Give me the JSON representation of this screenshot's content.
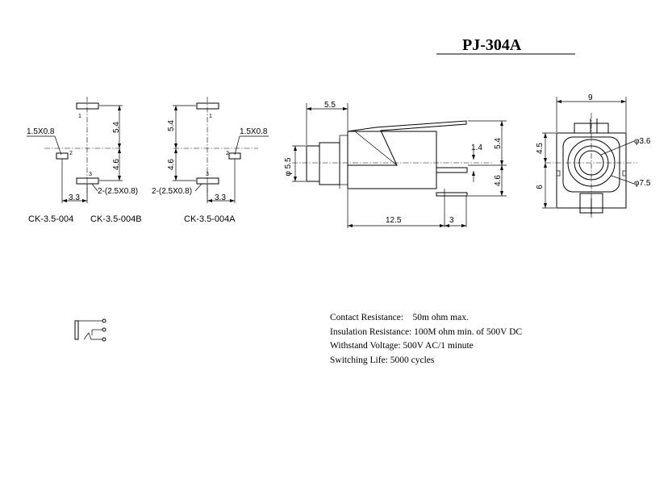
{
  "title": "PJ-304A",
  "footprints": {
    "left": {
      "dim_vertical_top": "5.4",
      "dim_vertical_bottom": "4.6",
      "dim_pad": "1.5X0.8",
      "dim_horizontal": "3.3",
      "dim_slot": "2-(2.5X0.8)",
      "pin_labels": [
        "1",
        "2",
        "3"
      ]
    },
    "right": {
      "dim_vertical_top": "5.4",
      "dim_vertical_bottom": "4.6",
      "dim_pad": "1.5X0.8",
      "dim_horizontal": "3.3",
      "dim_slot": "2-(2.5X0.8)",
      "pin_labels": [
        "1",
        "2",
        "3"
      ]
    },
    "captions": [
      "CK-3.5-004",
      "CK-3.5-004B",
      "CK-3.5-004A"
    ]
  },
  "side_view": {
    "dim_top": "5.5",
    "dim_diameter": "5.5",
    "dim_pin_offset": "1.4",
    "dim_right_upper": "5.4",
    "dim_right_lower": "4.6",
    "dim_body_length": "12.5",
    "dim_pin_length": "3"
  },
  "front_view": {
    "dim_width": "9",
    "dim_height_upper": "4.5",
    "dim_height_lower": "6",
    "dim_inner_diameter": "3.6",
    "dim_outer_diameter": "7.5"
  },
  "specs": [
    "Contact Resistance:    50m ohm max.",
    "Insulation Resistance: 100M ohm min. of 500V DC",
    "Withstand Voltage: 500V AC/1 minute",
    "Switching Life: 5000 cycles"
  ]
}
